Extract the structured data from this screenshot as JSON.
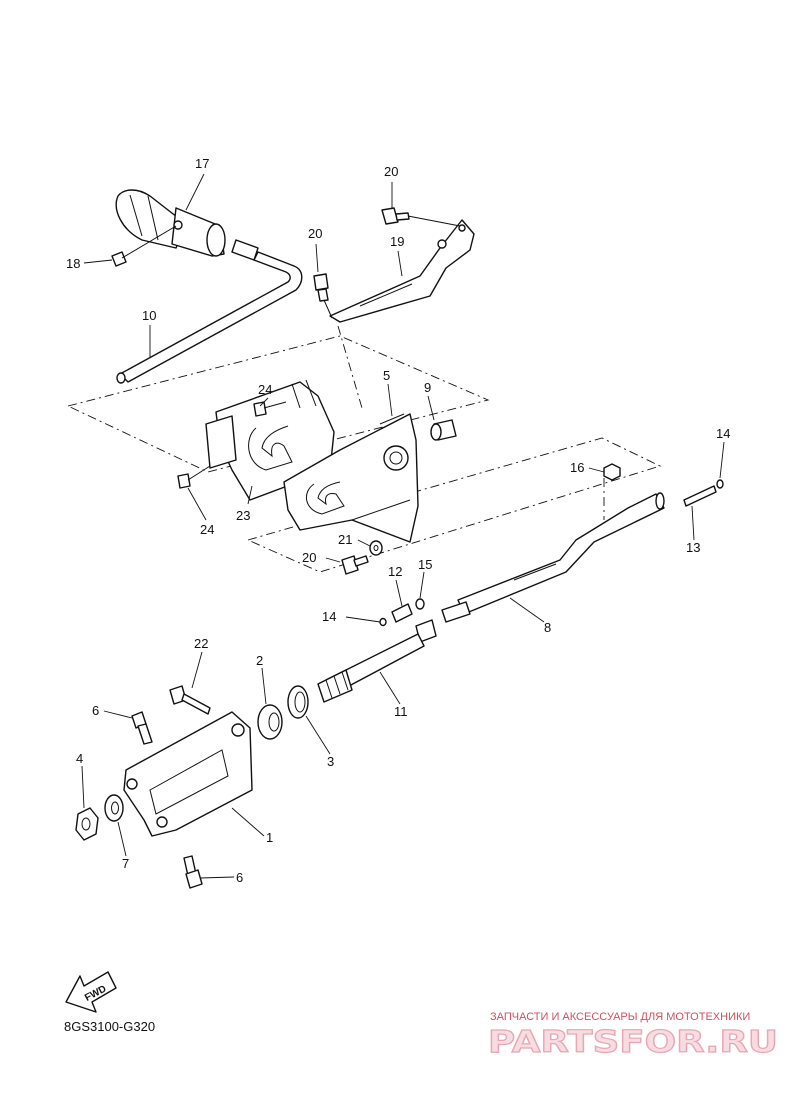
{
  "diagram_code": "8GS3100-G320",
  "fwd_label": "FWD",
  "watermark": {
    "tagline": "ЗАПЧАСТИ И АКСЕССУАРЫ ДЛЯ МОТОТЕХНИКИ",
    "brand": "PARTSFOR.RU"
  },
  "callouts": {
    "c1": "1",
    "c2": "2",
    "c3": "3",
    "c4": "4",
    "c5": "5",
    "c6a": "6",
    "c6b": "6",
    "c7": "7",
    "c8": "8",
    "c9": "9",
    "c10": "10",
    "c11": "11",
    "c12": "12",
    "c13": "13",
    "c14a": "14",
    "c14b": "14",
    "c15": "15",
    "c16": "16",
    "c17": "17",
    "c18": "18",
    "c19": "19",
    "c20a": "20",
    "c20b": "20",
    "c20c": "20",
    "c21": "21",
    "c22": "22",
    "c23": "23",
    "c24a": "24",
    "c24b": "24"
  }
}
